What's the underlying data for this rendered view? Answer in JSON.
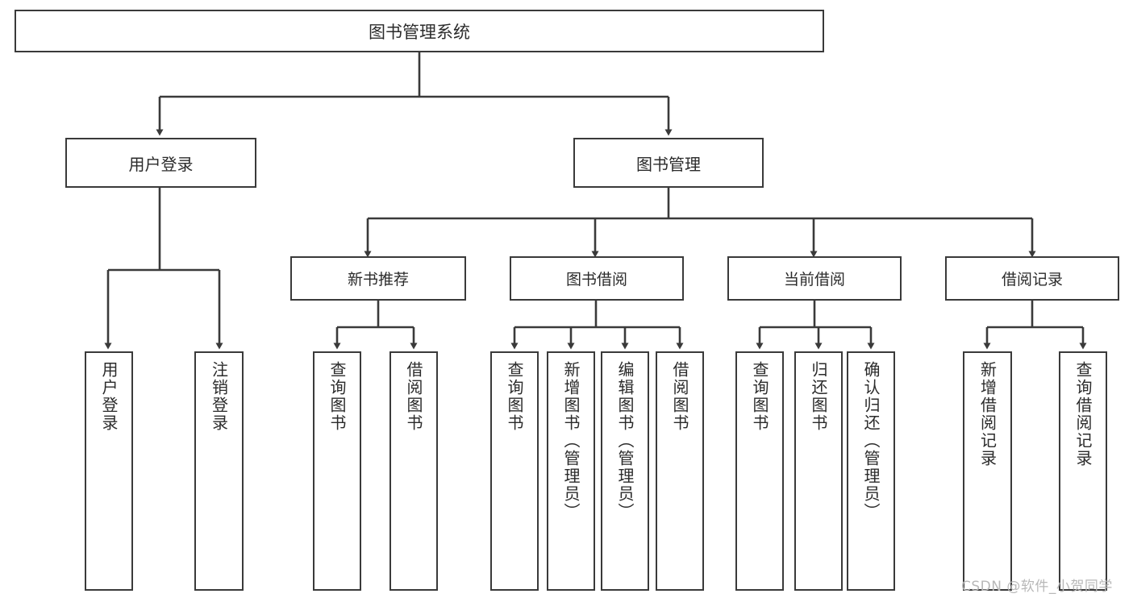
{
  "diagram": {
    "title": "图书管理系统",
    "type": "tree",
    "root": {
      "label": "图书管理系统"
    },
    "level2": [
      {
        "label": "用户登录"
      },
      {
        "label": "图书管理"
      }
    ],
    "level3": [
      {
        "label": "新书推荐",
        "parent": "图书管理"
      },
      {
        "label": "图书借阅",
        "parent": "图书管理"
      },
      {
        "label": "当前借阅",
        "parent": "图书管理"
      },
      {
        "label": "借阅记录",
        "parent": "图书管理"
      }
    ],
    "leaves": [
      {
        "label": "用户登录",
        "parent": "用户登录"
      },
      {
        "label": "注销登录",
        "parent": "用户登录"
      },
      {
        "label": "查询图书",
        "parent": "新书推荐"
      },
      {
        "label": "借阅图书",
        "parent": "新书推荐"
      },
      {
        "label": "查询图书",
        "parent": "图书借阅"
      },
      {
        "label": "新增图书（管理员）",
        "parent": "图书借阅"
      },
      {
        "label": "编辑图书（管理员）",
        "parent": "图书借阅"
      },
      {
        "label": "借阅图书",
        "parent": "图书借阅"
      },
      {
        "label": "查询图书",
        "parent": "当前借阅"
      },
      {
        "label": "归还图书",
        "parent": "当前借阅"
      },
      {
        "label": "确认归还（管理员）",
        "parent": "当前借阅"
      },
      {
        "label": "新增借阅记录",
        "parent": "借阅记录"
      },
      {
        "label": "查询借阅记录",
        "parent": "借阅记录"
      }
    ],
    "colors": {
      "stroke": "#3a3a3a",
      "text": "#2b2b2b",
      "background": "#ffffff",
      "watermark": "#b8b8b8"
    }
  },
  "watermark": {
    "text": "CSDN @软件_小贺同学"
  }
}
